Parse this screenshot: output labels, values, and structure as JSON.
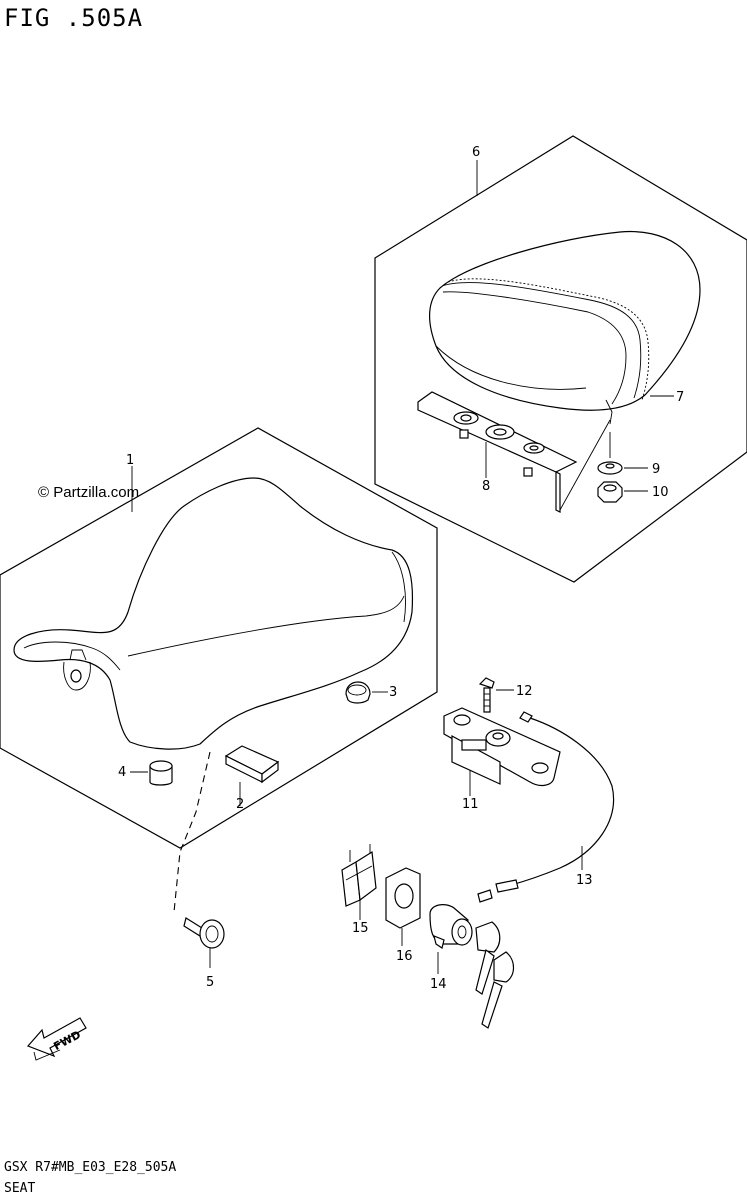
{
  "figure": {
    "title": "FIG .505A",
    "code": "GSX  R7#MB_E03_E28_505A",
    "name": "SEAT",
    "watermark": "© Partzilla.com",
    "fwd_label": "FWD"
  },
  "callouts": [
    {
      "id": "1",
      "label": "1"
    },
    {
      "id": "2",
      "label": "2"
    },
    {
      "id": "3",
      "label": "3"
    },
    {
      "id": "4",
      "label": "4"
    },
    {
      "id": "5",
      "label": "5"
    },
    {
      "id": "6",
      "label": "6"
    },
    {
      "id": "7",
      "label": "7"
    },
    {
      "id": "8",
      "label": "8"
    },
    {
      "id": "9",
      "label": "9"
    },
    {
      "id": "10",
      "label": "10"
    },
    {
      "id": "11",
      "label": "11"
    },
    {
      "id": "12",
      "label": "12"
    },
    {
      "id": "13",
      "label": "13"
    },
    {
      "id": "14",
      "label": "14"
    },
    {
      "id": "15",
      "label": "15"
    },
    {
      "id": "16",
      "label": "16"
    }
  ]
}
